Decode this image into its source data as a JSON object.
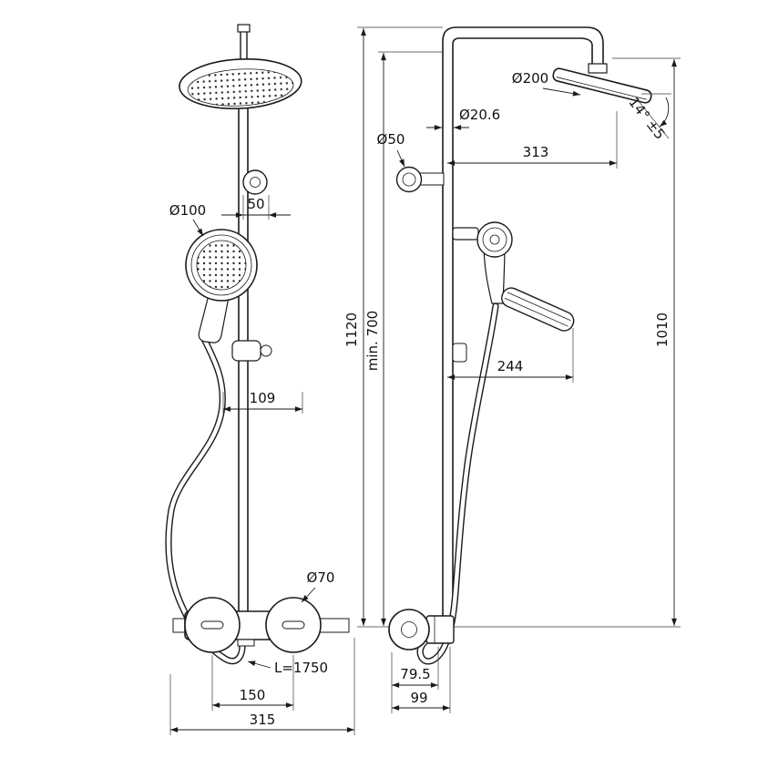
{
  "drawing": {
    "background": "#ffffff",
    "line_color": "#1a1a1a",
    "front_view": {
      "hand_shower_diameter": "Ø100",
      "head_offset": "50",
      "bracket_offset": "109",
      "handle_diameter": "Ø70",
      "hose_length": "L=1750",
      "handle_spacing": "150",
      "overall_width": "315"
    },
    "side_view": {
      "head_diameter": "Ø200",
      "pipe_diameter": "Ø20.6",
      "flange_diameter": "Ø50",
      "head_projection": "313",
      "head_angle": "14° ±5",
      "overall_height": "1120",
      "min_height": "min. 700",
      "hand_shower_projection": "244",
      "column_height": "1010",
      "outlet_offset": "79.5",
      "outlet_projection": "99"
    }
  }
}
